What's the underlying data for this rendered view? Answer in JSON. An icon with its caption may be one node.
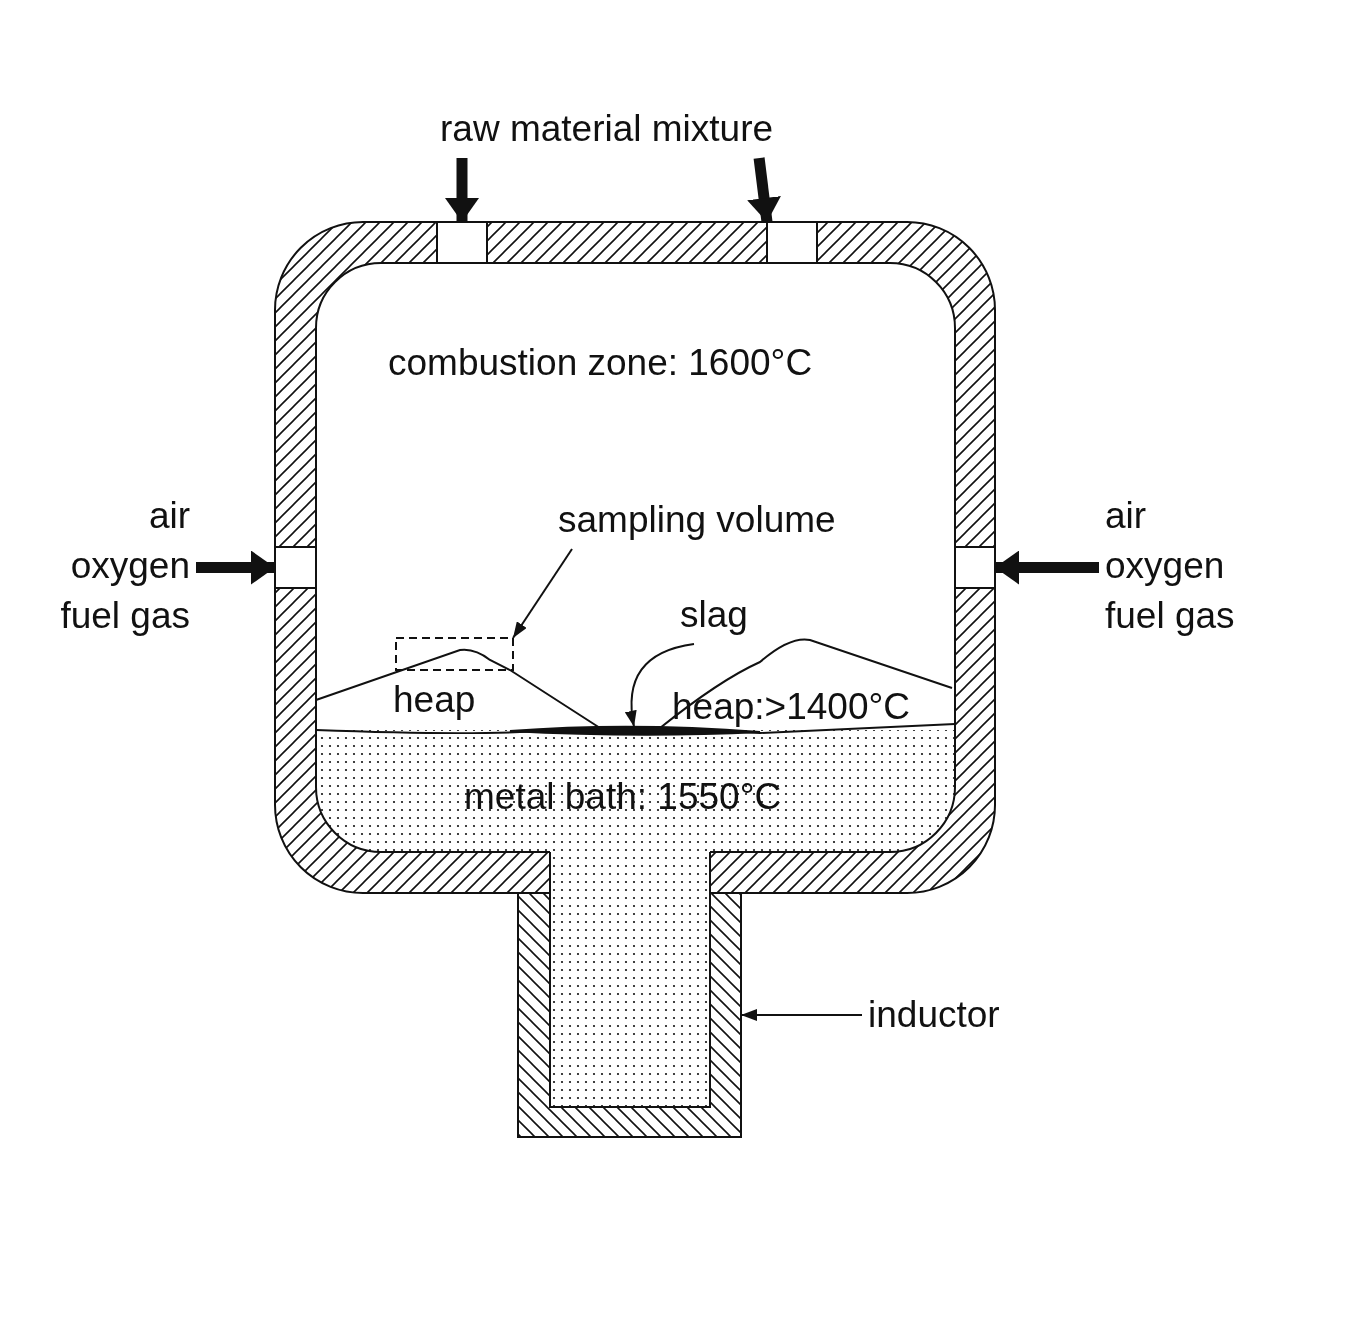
{
  "diagram": {
    "nodes": [
      {
        "text": [
          "raw material mixture"
        ]
      },
      {
        "text": [],
        "shape": "box"
      },
      {
        "text": [],
        "shape": "box"
      },
      {
        "text": [
          "air oxygen fuel gas"
        ]
      },
      {
        "text": [],
        "shape": "box"
      },
      {
        "text": [
          "air oxygen fuel gas"
        ]
      },
      {
        "text": [],
        "shape": "box"
      },
      {
        "text": [
          "sampling volume"
        ]
      },
      {
        "text": [],
        "shape": "box"
      },
      {
        "text": [
          "slag"
        ]
      },
      {
        "text": [],
        "shape": "bar"
      },
      {
        "text": [
          "inductor"
        ]
      },
      {
        "text": [],
        "shape": "box"
      }
    ],
    "edges": [
      {
        "from": 0,
        "to": 1,
        "arrow": "to"
      },
      {
        "from": 0,
        "to": 2,
        "arrow": "to"
      },
      {
        "from": 3,
        "to": 4,
        "arrow": "to"
      },
      {
        "from": 5,
        "to": 6,
        "arrow": "to"
      },
      {
        "from": 7,
        "to": 8,
        "arrow": "to"
      },
      {
        "from": 9,
        "to": 10,
        "arrow": "to"
      },
      {
        "from": 11,
        "to": 12,
        "arrow": "to"
      }
    ],
    "labels": [
      "combustion zone: 1600°C",
      "heap",
      "heap:>1400°C",
      "metal bath: 1550°C"
    ]
  }
}
